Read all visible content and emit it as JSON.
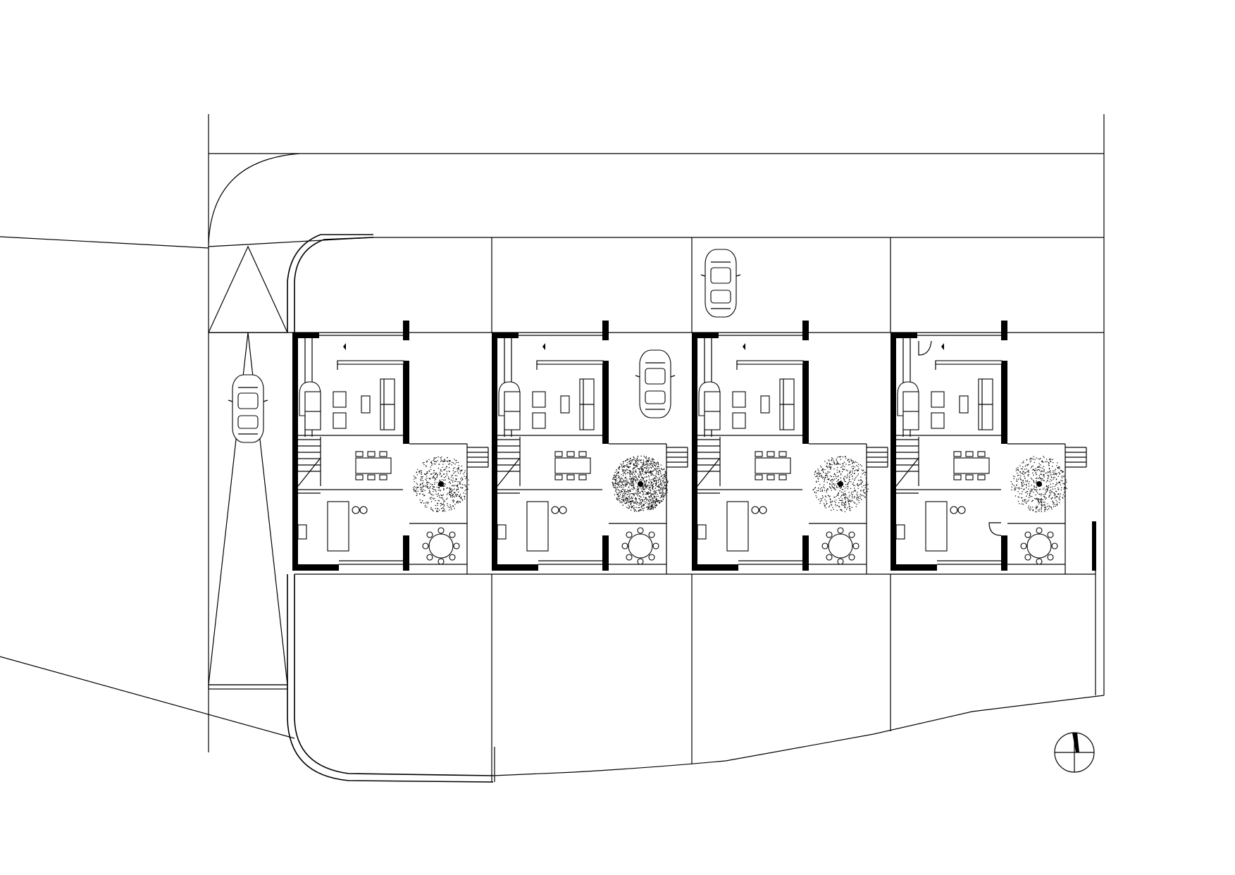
{
  "drawing": {
    "type": "site-plan",
    "background": "#ffffff",
    "line_color": "#000000",
    "text_labels": []
  },
  "units": [
    {
      "id": "unit-1",
      "tree_density": "light",
      "garden_door": false,
      "entry_door": false
    },
    {
      "id": "unit-2",
      "tree_density": "dense",
      "garden_door": false,
      "entry_door": false
    },
    {
      "id": "unit-3",
      "tree_density": "light",
      "garden_door": false,
      "entry_door": false
    },
    {
      "id": "unit-4",
      "tree_density": "light",
      "garden_door": true,
      "entry_door": true
    }
  ],
  "cars": [
    {
      "id": "car-left-driveway",
      "icon": "car-icon"
    },
    {
      "id": "car-unit-2-forecourt",
      "icon": "car-icon"
    },
    {
      "id": "car-unit-3-street",
      "icon": "car-icon"
    }
  ],
  "north_arrow": {
    "icon": "north-arrow-icon"
  }
}
